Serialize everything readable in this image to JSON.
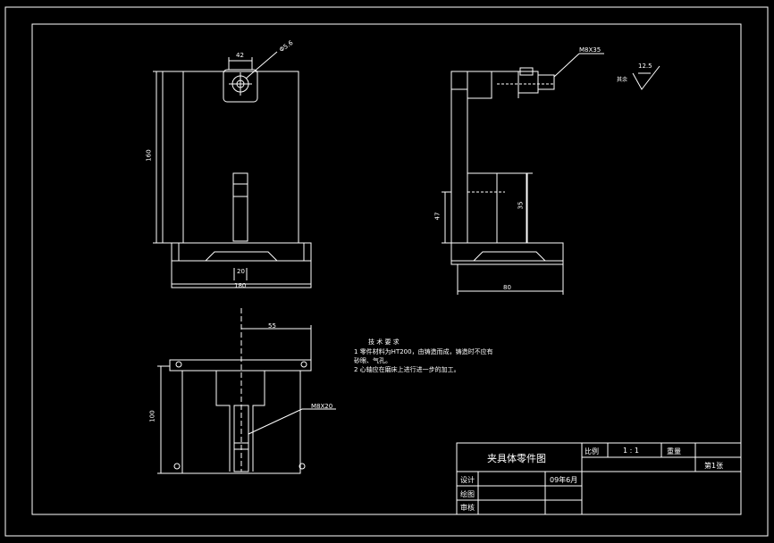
{
  "title_block": {
    "part_name": "夹具体零件图",
    "scale_label": "比例",
    "scale_value": "1 : 1",
    "weight_label": "重量",
    "sheet_label": "第1张",
    "design_label": "设计",
    "design_date": "09年6月",
    "drawing_label": "绘图",
    "review_label": "审核"
  },
  "technical_requirements": {
    "heading": "技  术  要  求",
    "line1": "1  零件材料为HT200，由铸造而成，铸造时不应有",
    "line2": "砂眼、气孔。",
    "line3": "2  心轴应在磨床上进行进一步的加工。"
  },
  "dimensions": {
    "front_hole": "Φ5.6",
    "front_top_width": "42",
    "front_height": "160",
    "front_slot": "20",
    "front_base_width": "180",
    "side_thread": "M8X35",
    "side_height1": "47",
    "side_height2": "35",
    "side_base_width": "80",
    "roughness_value": "12.5",
    "roughness_note": "其余",
    "top_offset": "55",
    "top_length": "100",
    "top_thread": "M8X20"
  },
  "colors": {
    "background": "#000000",
    "line": "#ffffff"
  }
}
